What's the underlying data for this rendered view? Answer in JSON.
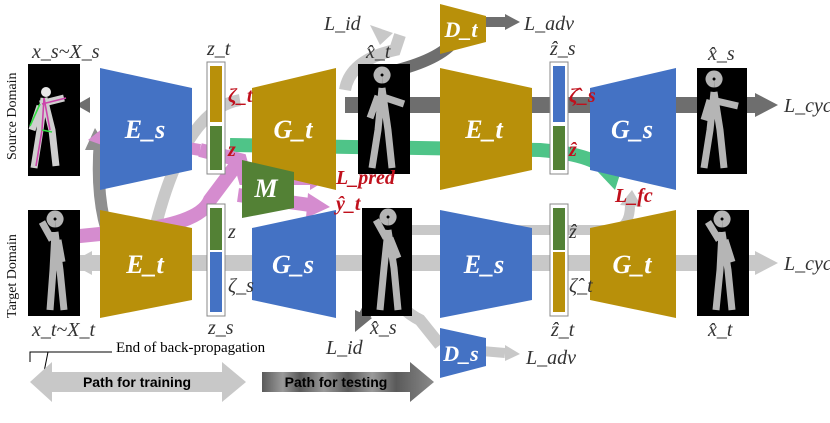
{
  "domains": {
    "source": "Source Domain",
    "target": "Target Domain"
  },
  "inputs": {
    "source": "x_s~X_s",
    "target": "x_t~X_t"
  },
  "blocks": {
    "enc_src_left": "E_s",
    "enc_tgt_left": "E_t",
    "gen_top_mid": "G_t",
    "gen_bot_mid": "G_s",
    "enc_top_right": "E_t",
    "enc_bot_right": "E_s",
    "gen_top_right": "G_s",
    "gen_bot_right": "G_t",
    "mapper": "M",
    "disc_top": "D_t",
    "disc_bot": "D_s"
  },
  "latents": {
    "zt": "z_t",
    "zeta_t": "ζ_t",
    "z_top": "z",
    "z_bot": "z",
    "zeta_s": "ζ_s",
    "zs": "z_s",
    "zhat_s": "ẑ_s",
    "hat_zeta_s": "ζ̂_s",
    "hat_z_top": "ẑ",
    "hat_z_bot": "ẑ",
    "hat_zeta_t": "ζ̂_t",
    "zhat_t": "ẑ_t"
  },
  "outputs": {
    "xhat_t_top": "x̂_t",
    "xhat_s_bot": "x̂_s",
    "xhat_s_right": "x̂_s",
    "xhat_t_right": "x̂_t"
  },
  "losses": {
    "lid_top": "L_id",
    "lid_bot": "L_id",
    "ladv_top": "L_adv",
    "ladv_bot": "L_adv",
    "lcyc_top": "L_cyc",
    "lcyc_bot": "L_cyc",
    "lpred": "L_pred",
    "lfc": "L_fc",
    "yhat_t": "ŷ_t"
  },
  "legend": {
    "training": "Path for training",
    "testing": "Path for testing",
    "end_backprop": "End of back-propagation"
  },
  "colors": {
    "encoder_blue": "#4472c4",
    "generator_gold": "#b8900a",
    "mapper_green": "#538135",
    "pink_path": "#d58ccf",
    "green_path": "#4fc488",
    "gray_path": "#a6a6a6",
    "red_text": "#c0101c"
  }
}
